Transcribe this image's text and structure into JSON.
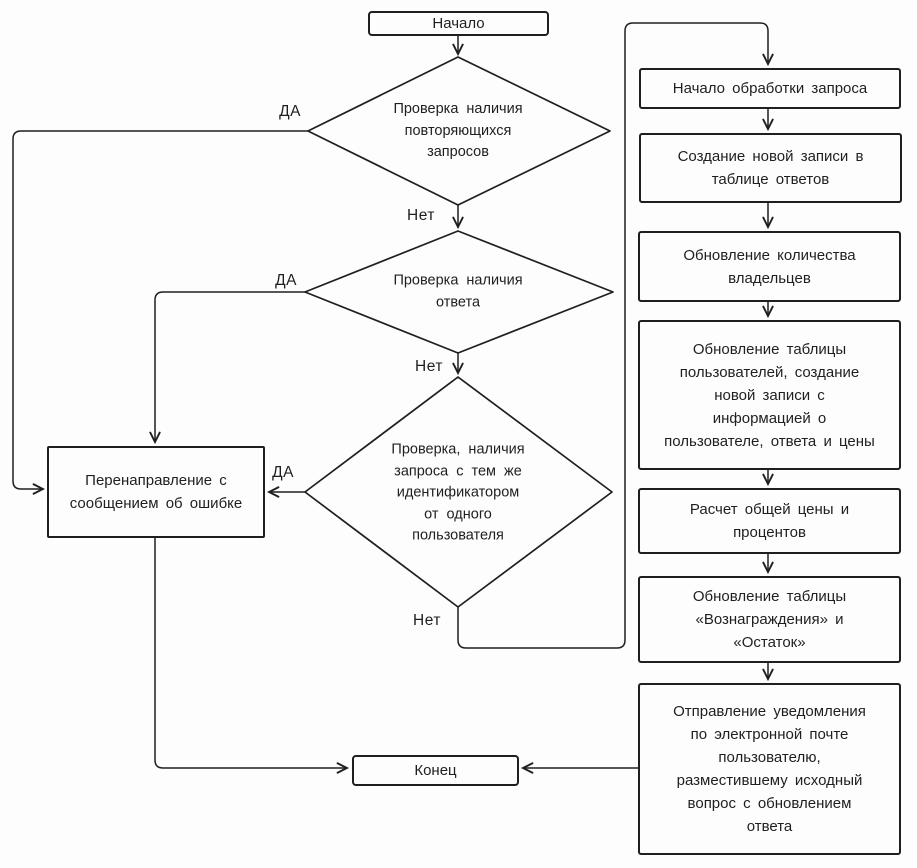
{
  "diagram": {
    "type": "flowchart",
    "ink_color": "#1f1f1f",
    "background": "#fdfdfd",
    "nodes": {
      "start": {
        "shape": "terminator",
        "label": "Начало"
      },
      "check_duplicates": {
        "shape": "decision",
        "label": "Проверка наличия\nповторяющихся\nзапросов"
      },
      "check_answer": {
        "shape": "decision",
        "label": "Проверка наличия\nответа"
      },
      "check_same_id": {
        "shape": "decision",
        "label": "Проверка, наличия\nзапроса с тем же\nидентификатором\nот одного\nпользователя"
      },
      "error_redirect": {
        "shape": "process",
        "label": "Перенаправление с\nсообщением об ошибке"
      },
      "begin_processing": {
        "shape": "process",
        "label": "Начало обработки запроса"
      },
      "create_answer_record": {
        "shape": "process",
        "label": "Создание новой записи в\nтаблице ответов"
      },
      "update_owner_count": {
        "shape": "process",
        "label": "Обновление количества\nвладельцев"
      },
      "update_users_table": {
        "shape": "process",
        "label": "Обновление таблицы\nпользователей, создание\nновой записи с\nинформацией о\nпользователе, ответа и цены"
      },
      "calc_total_price": {
        "shape": "process",
        "label": "Расчет общей цены и\nпроцентов"
      },
      "update_rewards": {
        "shape": "process",
        "label": "Обновление таблицы\n«Вознаграждения» и\n«Остаток»"
      },
      "send_notification": {
        "shape": "process",
        "label": "Отправление уведомления\nпо электронной почте\nпользователю,\nразместившему исходный\nвопрос с обновлением\nответа"
      },
      "end": {
        "shape": "terminator",
        "label": "Конец"
      }
    },
    "edge_labels": {
      "yes": "ДА",
      "no": "Нет"
    }
  }
}
